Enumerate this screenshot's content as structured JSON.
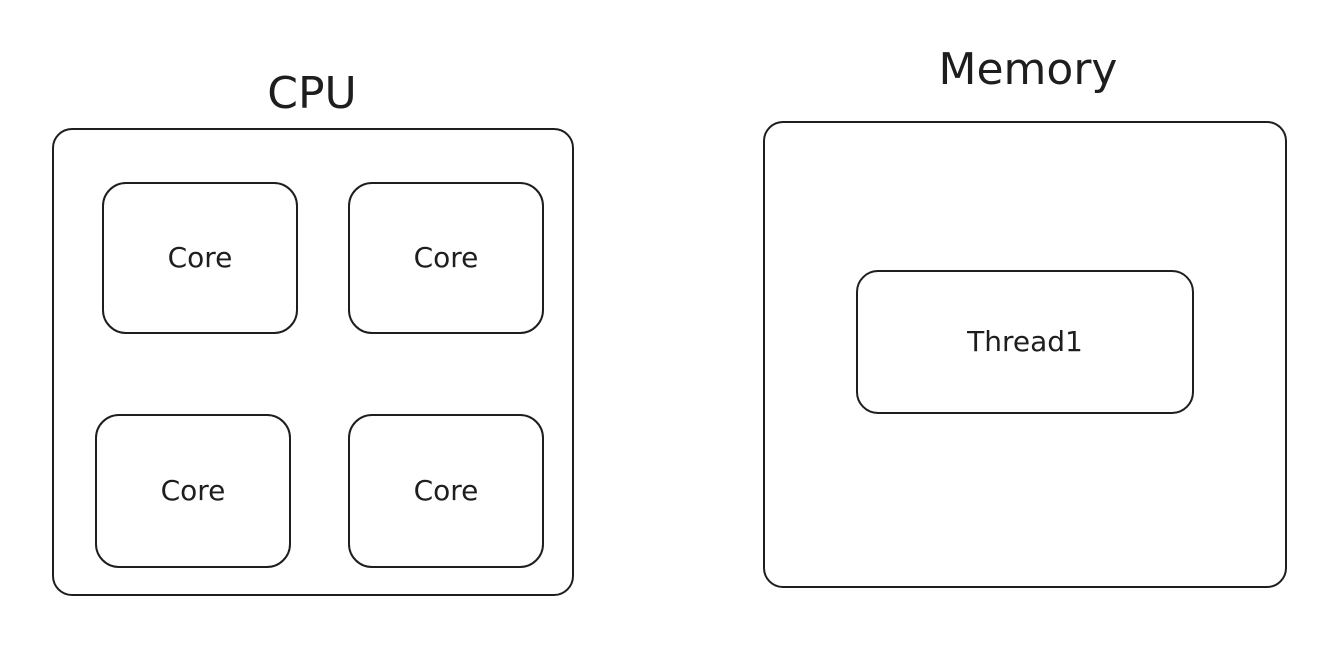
{
  "cpu": {
    "title": "CPU",
    "cores": [
      {
        "label": "Core"
      },
      {
        "label": "Core"
      },
      {
        "label": "Core"
      },
      {
        "label": "Core"
      }
    ]
  },
  "memory": {
    "title": "Memory",
    "threads": [
      {
        "label": "Thread1"
      }
    ]
  },
  "colors": {
    "stroke": "#1e1e1e",
    "background": "#ffffff"
  }
}
